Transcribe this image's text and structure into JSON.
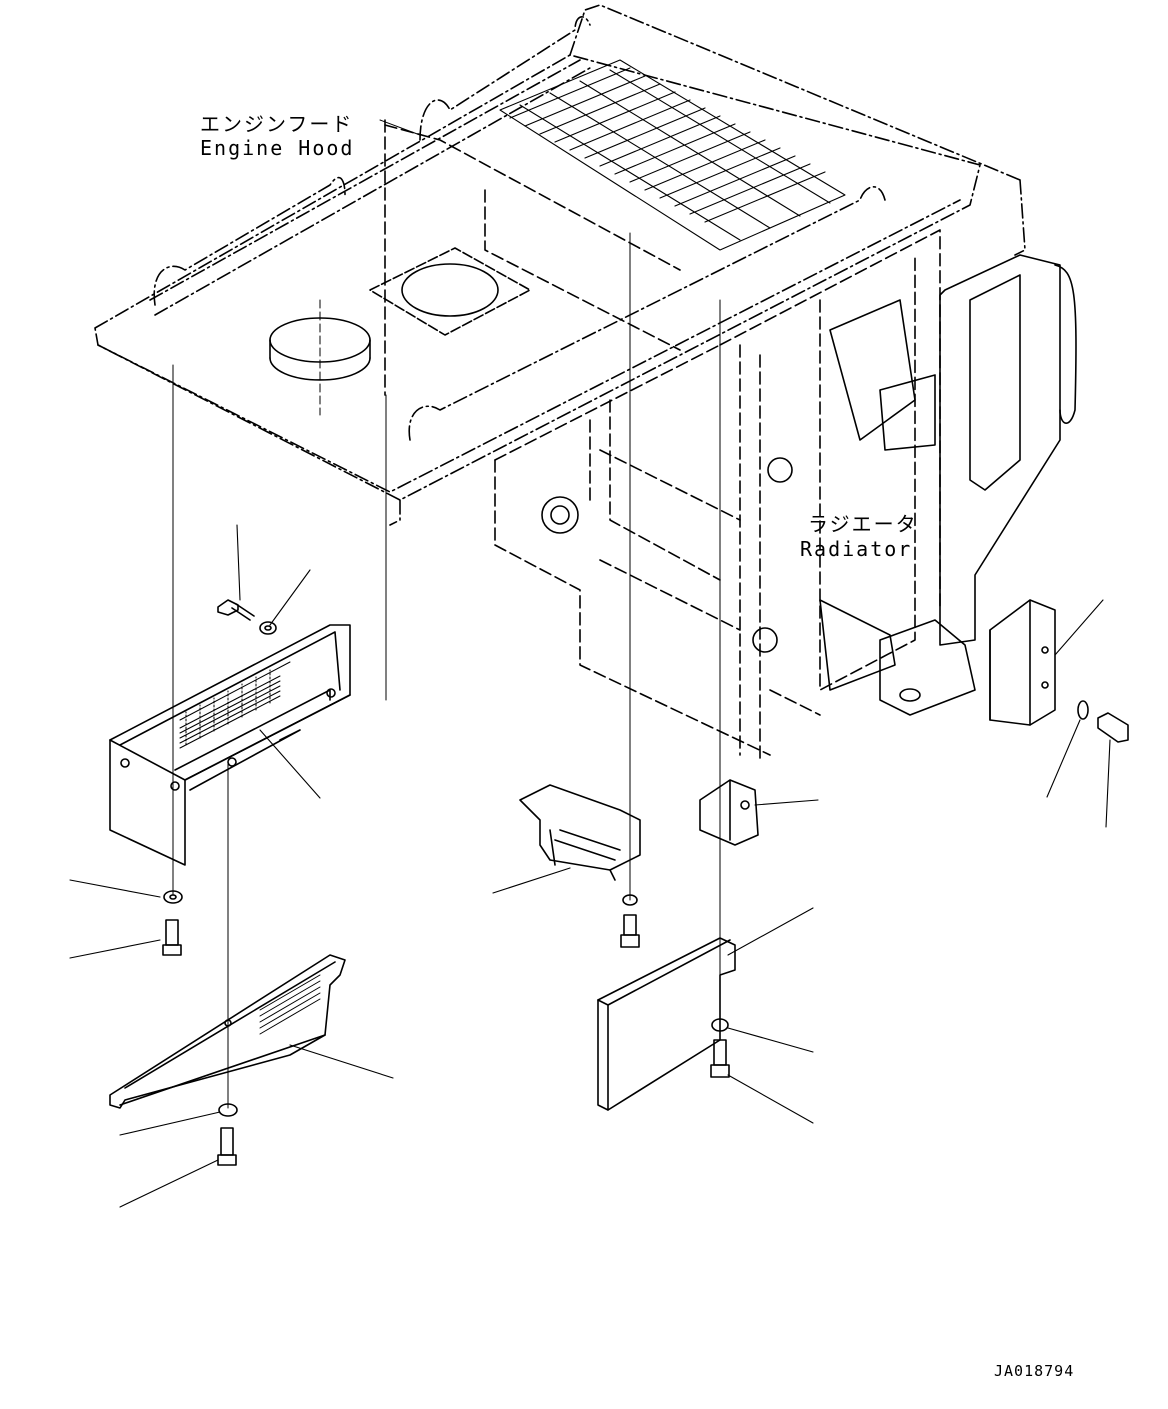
{
  "labels": {
    "engine_hood_jp": "エンジンフード",
    "engine_hood_en": "Engine Hood",
    "radiator_jp": "ラジエータ",
    "radiator_en": "Radiator"
  },
  "drawing_code": "JA018794"
}
